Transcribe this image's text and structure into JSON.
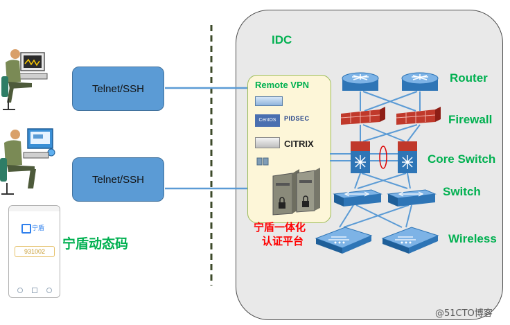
{
  "left": {
    "protocol_top": "Telnet/SSH",
    "protocol_bottom": "Telnet/SSH",
    "token_label": "宁盾动态码",
    "phone": {
      "app_name": "宁盾",
      "token_code": "931002"
    }
  },
  "idc": {
    "title": "IDC",
    "vpn": {
      "title": "Remote VPN",
      "logos": [
        "CentOS",
        "PIDSEC",
        "CITRIX"
      ],
      "platform_line1": "宁盾一体化",
      "platform_line2": "认证平台"
    },
    "layers": {
      "router": "Router",
      "firewall": "Firewall",
      "core_switch": "Core Switch",
      "switch": "Switch",
      "wireless": "Wireless"
    }
  },
  "watermark": "@51CTO博客",
  "colors": {
    "box_fill": "#5b9bd5",
    "label_green": "#00b050",
    "label_red": "#ff0000",
    "idc_fill": "#e9e9e9",
    "vpn_fill": "#fdf6d8"
  }
}
